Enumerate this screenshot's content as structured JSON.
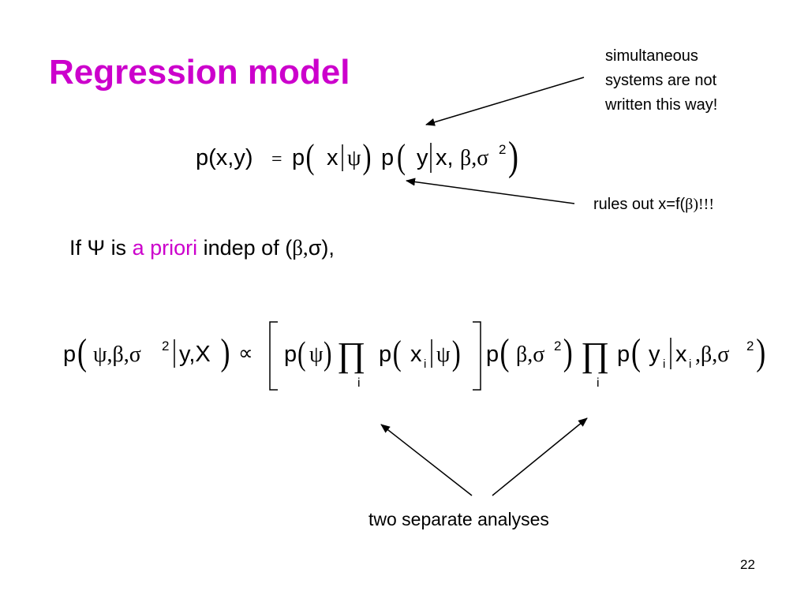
{
  "slide": {
    "title": "Regression model",
    "page_number": "22",
    "notes": {
      "top": [
        "simultaneous",
        "systems are not",
        "written this way!"
      ],
      "middle": {
        "prefix": "rules out x=f(",
        "greek": "β)!!!"
      },
      "bottom": "two separate analyses"
    },
    "condition": {
      "prefix": "If Ψ is ",
      "highlight": "a priori",
      "suffix": " indep of (",
      "greek": "β,",
      "tail": "σ),"
    },
    "equations": {
      "joint": "p(x,y) = p(x|ψ) p(y|x,β,σ²)",
      "posterior": "p(ψ,β,σ²|y,X) ∝ [p(ψ) ∏ᵢ p(xᵢ|ψ)] p(β,σ²) ∏ᵢ p(yᵢ|xᵢ,β,σ²)"
    },
    "colors": {
      "accent": "#cc00cc",
      "text": "#000000",
      "background": "#ffffff"
    }
  }
}
